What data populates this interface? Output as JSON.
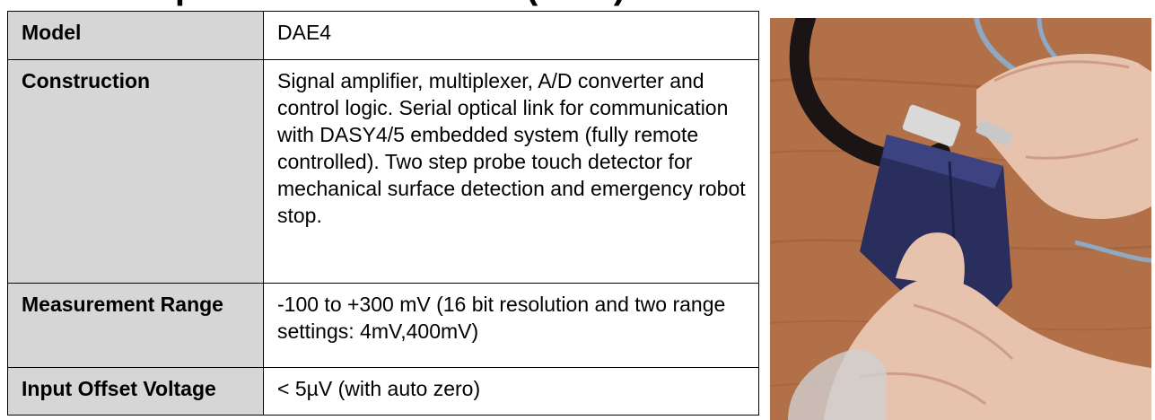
{
  "heading": {
    "text": "Data Acquisition Electronics (DAE)"
  },
  "spec_table": {
    "rows": [
      {
        "label": "Model",
        "value": "DAE4"
      },
      {
        "label": "Construction",
        "value": "Signal amplifier, multiplexer, A/D converter and control logic. Serial optical link for communication with DASY4/5 embedded system (fully remote controlled). Two step probe touch detector for mechanical surface detection and emergency robot stop."
      },
      {
        "label": "Measurement Range",
        "value": "-100 to +300 mV (16 bit resolution and two range settings: 4mV,400mV)"
      },
      {
        "label": "Input Offset Voltage",
        "value": "< 5µV (with auto zero)"
      }
    ]
  },
  "photo": {
    "subject": "hands-holding-dae-module",
    "colors": {
      "background": "#b27048",
      "wood_grain": "#9a5a36",
      "module": "#2a2e5c",
      "module_highlight": "#3c4380",
      "skin": "#e7c2ad",
      "skin_shadow": "#cf9d86",
      "cable_black": "#1a1414",
      "cable_blue": "#8fa8c4",
      "metal": "#d9d9d9"
    }
  }
}
